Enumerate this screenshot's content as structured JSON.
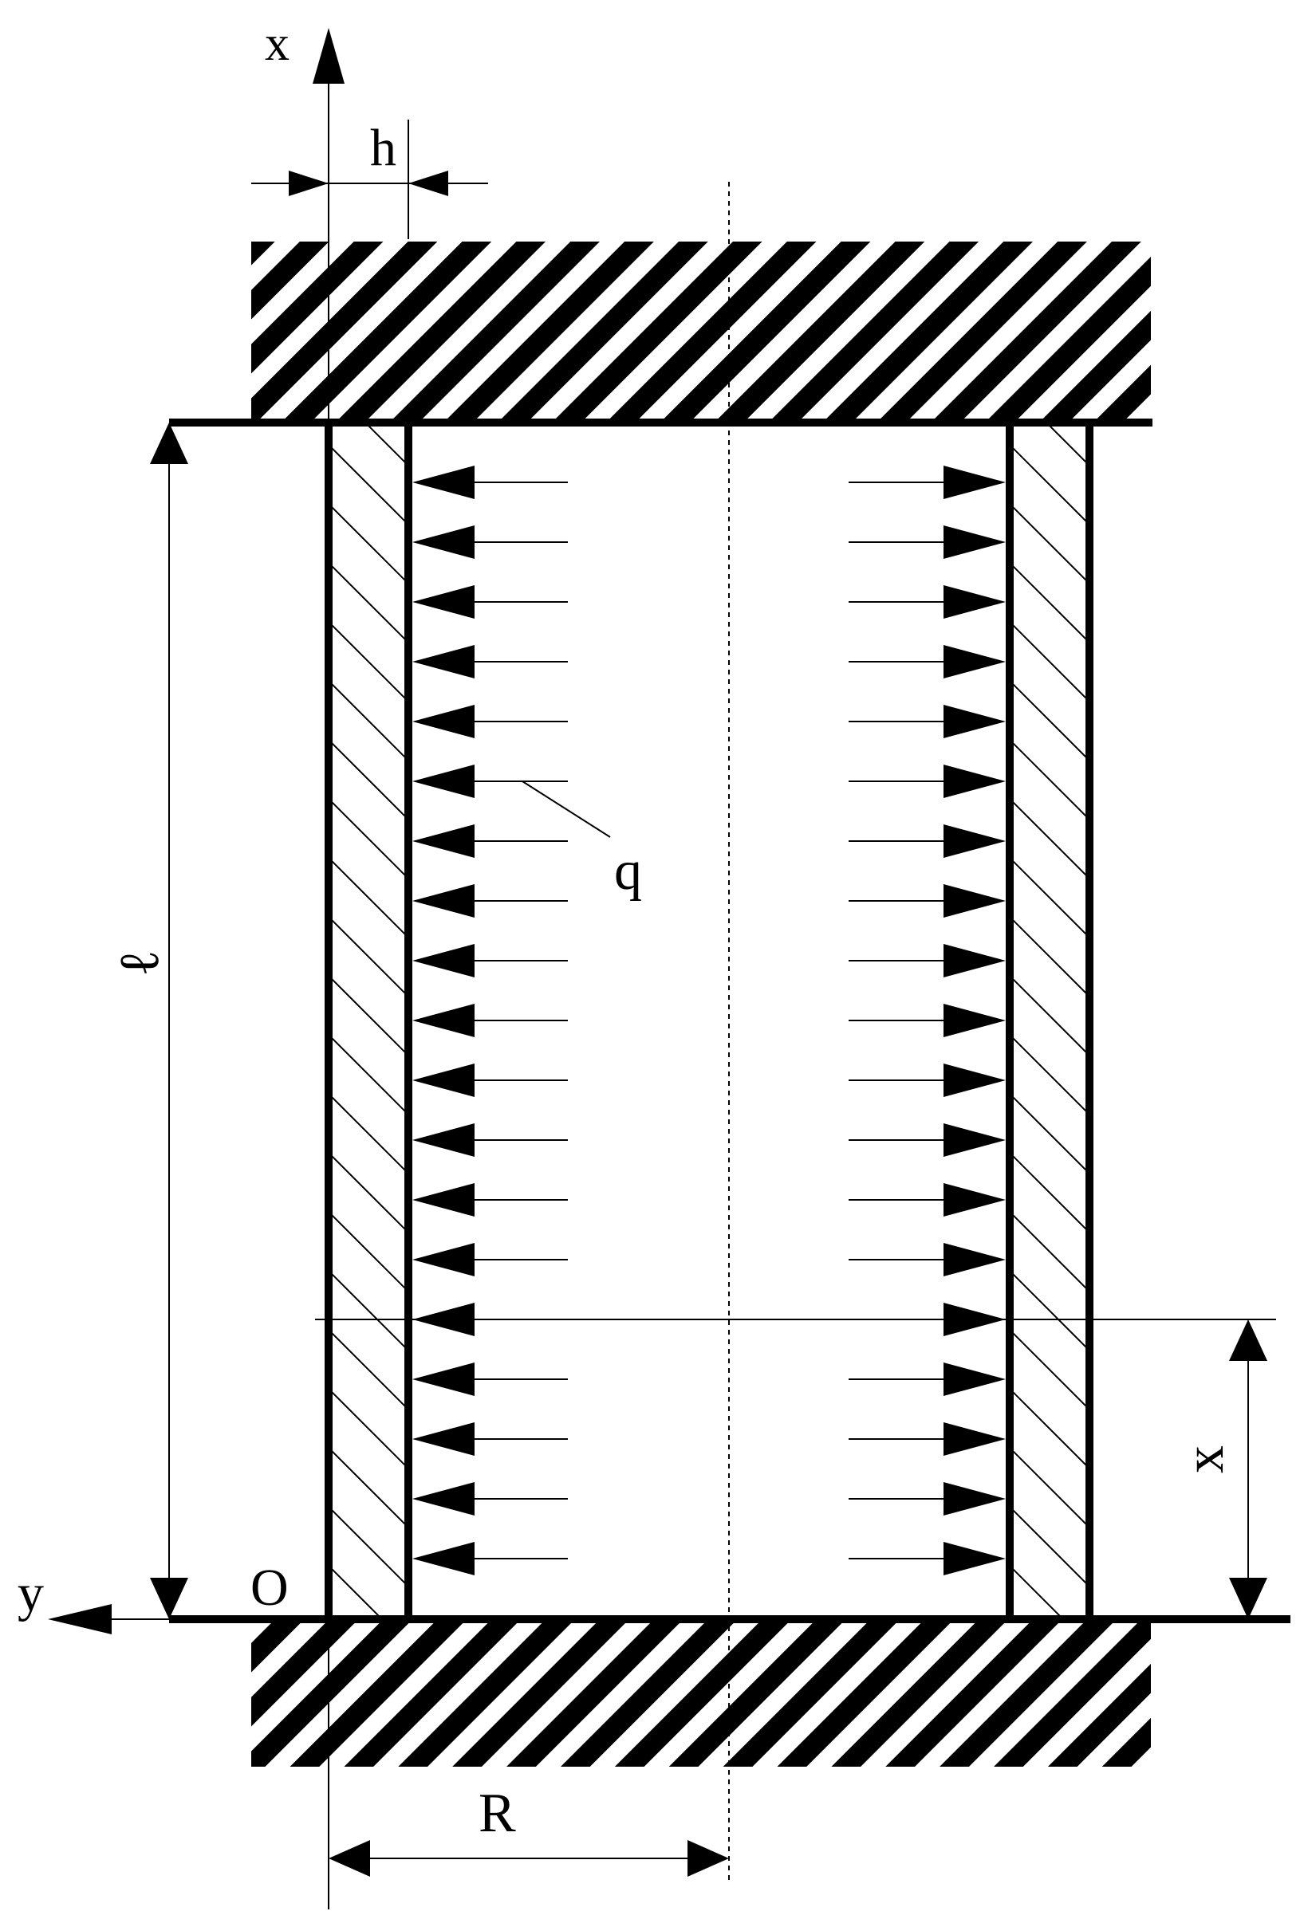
{
  "labels": {
    "x_axis": "x",
    "y_axis": "y",
    "thickness": "h",
    "length": "ℓ",
    "load": "q",
    "origin": "O",
    "radius": "R",
    "position": "x"
  },
  "arrows": {
    "rows_per_side": 19
  },
  "colors": {
    "ink": "#000000",
    "background": "#ffffff"
  }
}
